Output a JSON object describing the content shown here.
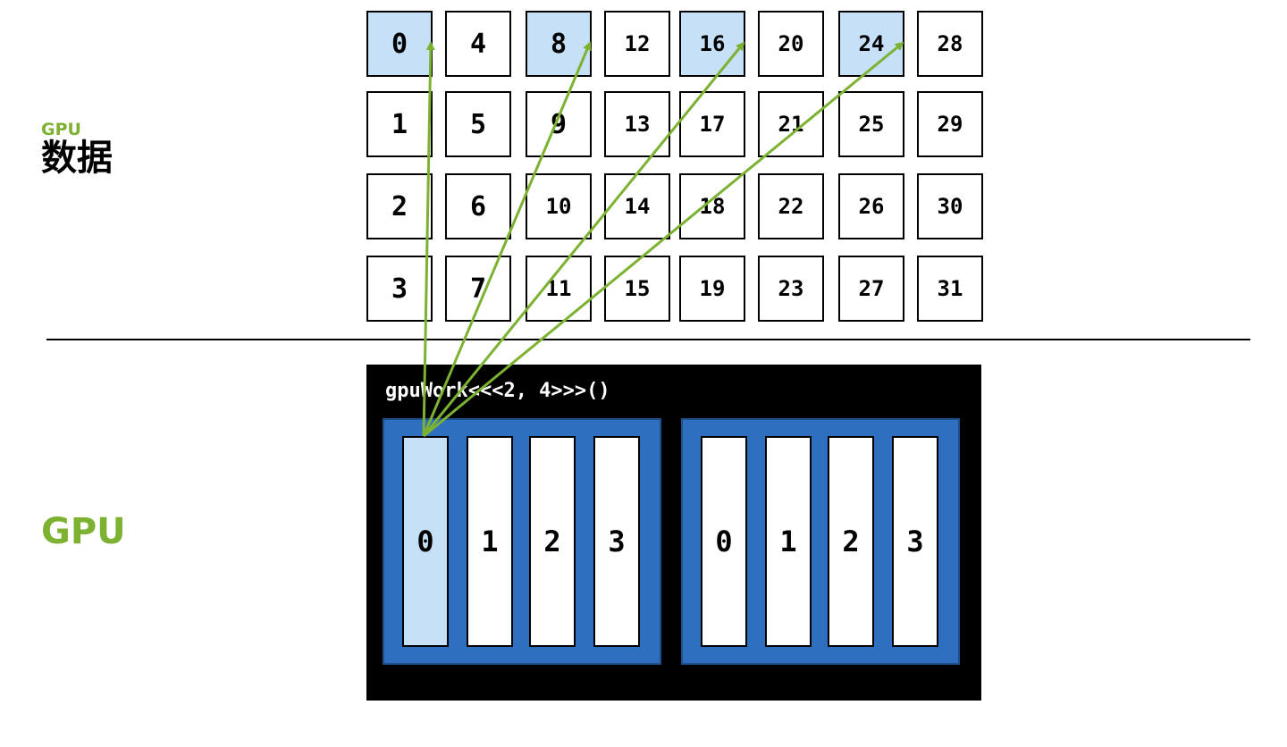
{
  "colors": {
    "accent_green": "#7cb132",
    "highlight": "#c6e0f7",
    "block_blue": "#2f6fbf",
    "cell_fill": "#ffffff"
  },
  "labels": {
    "data_small": "GPU",
    "data_large": "数据",
    "gpu": "GPU"
  },
  "grid": {
    "rows": [
      [
        "0",
        "4",
        "8",
        "12",
        "16",
        "20",
        "24",
        "28"
      ],
      [
        "1",
        "5",
        "9",
        "13",
        "17",
        "21",
        "25",
        "29"
      ],
      [
        "2",
        "6",
        "10",
        "14",
        "18",
        "22",
        "26",
        "30"
      ],
      [
        "3",
        "7",
        "11",
        "15",
        "19",
        "23",
        "27",
        "31"
      ]
    ],
    "highlighted": [
      "0",
      "8",
      "16",
      "24"
    ]
  },
  "kernel": {
    "call": "gpuWork<<<2, 4>>>()"
  },
  "blocks": [
    {
      "threads": [
        "0",
        "1",
        "2",
        "3"
      ],
      "highlighted_thread": "0"
    },
    {
      "threads": [
        "0",
        "1",
        "2",
        "3"
      ],
      "highlighted_thread": null
    }
  ],
  "arrows": {
    "from": "block 0 thread 0",
    "to": [
      "0",
      "8",
      "16",
      "24"
    ]
  }
}
